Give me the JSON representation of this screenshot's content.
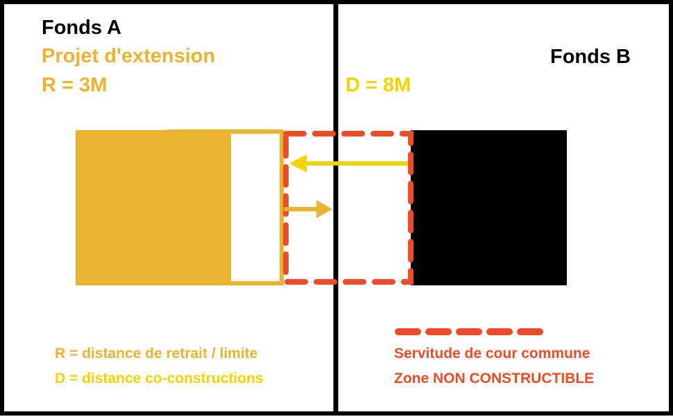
{
  "fonds_a": {
    "title": "Fonds A",
    "project": "Projet d'extension",
    "retrait": "R = 3M"
  },
  "fonds_b": {
    "title": "Fonds B",
    "distance": "D = 8M"
  },
  "legend": {
    "r_definition": "R = distance de retrait / limite",
    "d_definition": "D = distance co-constructions",
    "servitude": "Servitude de cour commune",
    "zone": "Zone NON CONSTRUCTIBLE"
  },
  "colors": {
    "orange": "#ECB330",
    "yellow": "#F2D500",
    "red": "#EF4B26",
    "black": "#000000",
    "white": "#FFFFFF"
  }
}
